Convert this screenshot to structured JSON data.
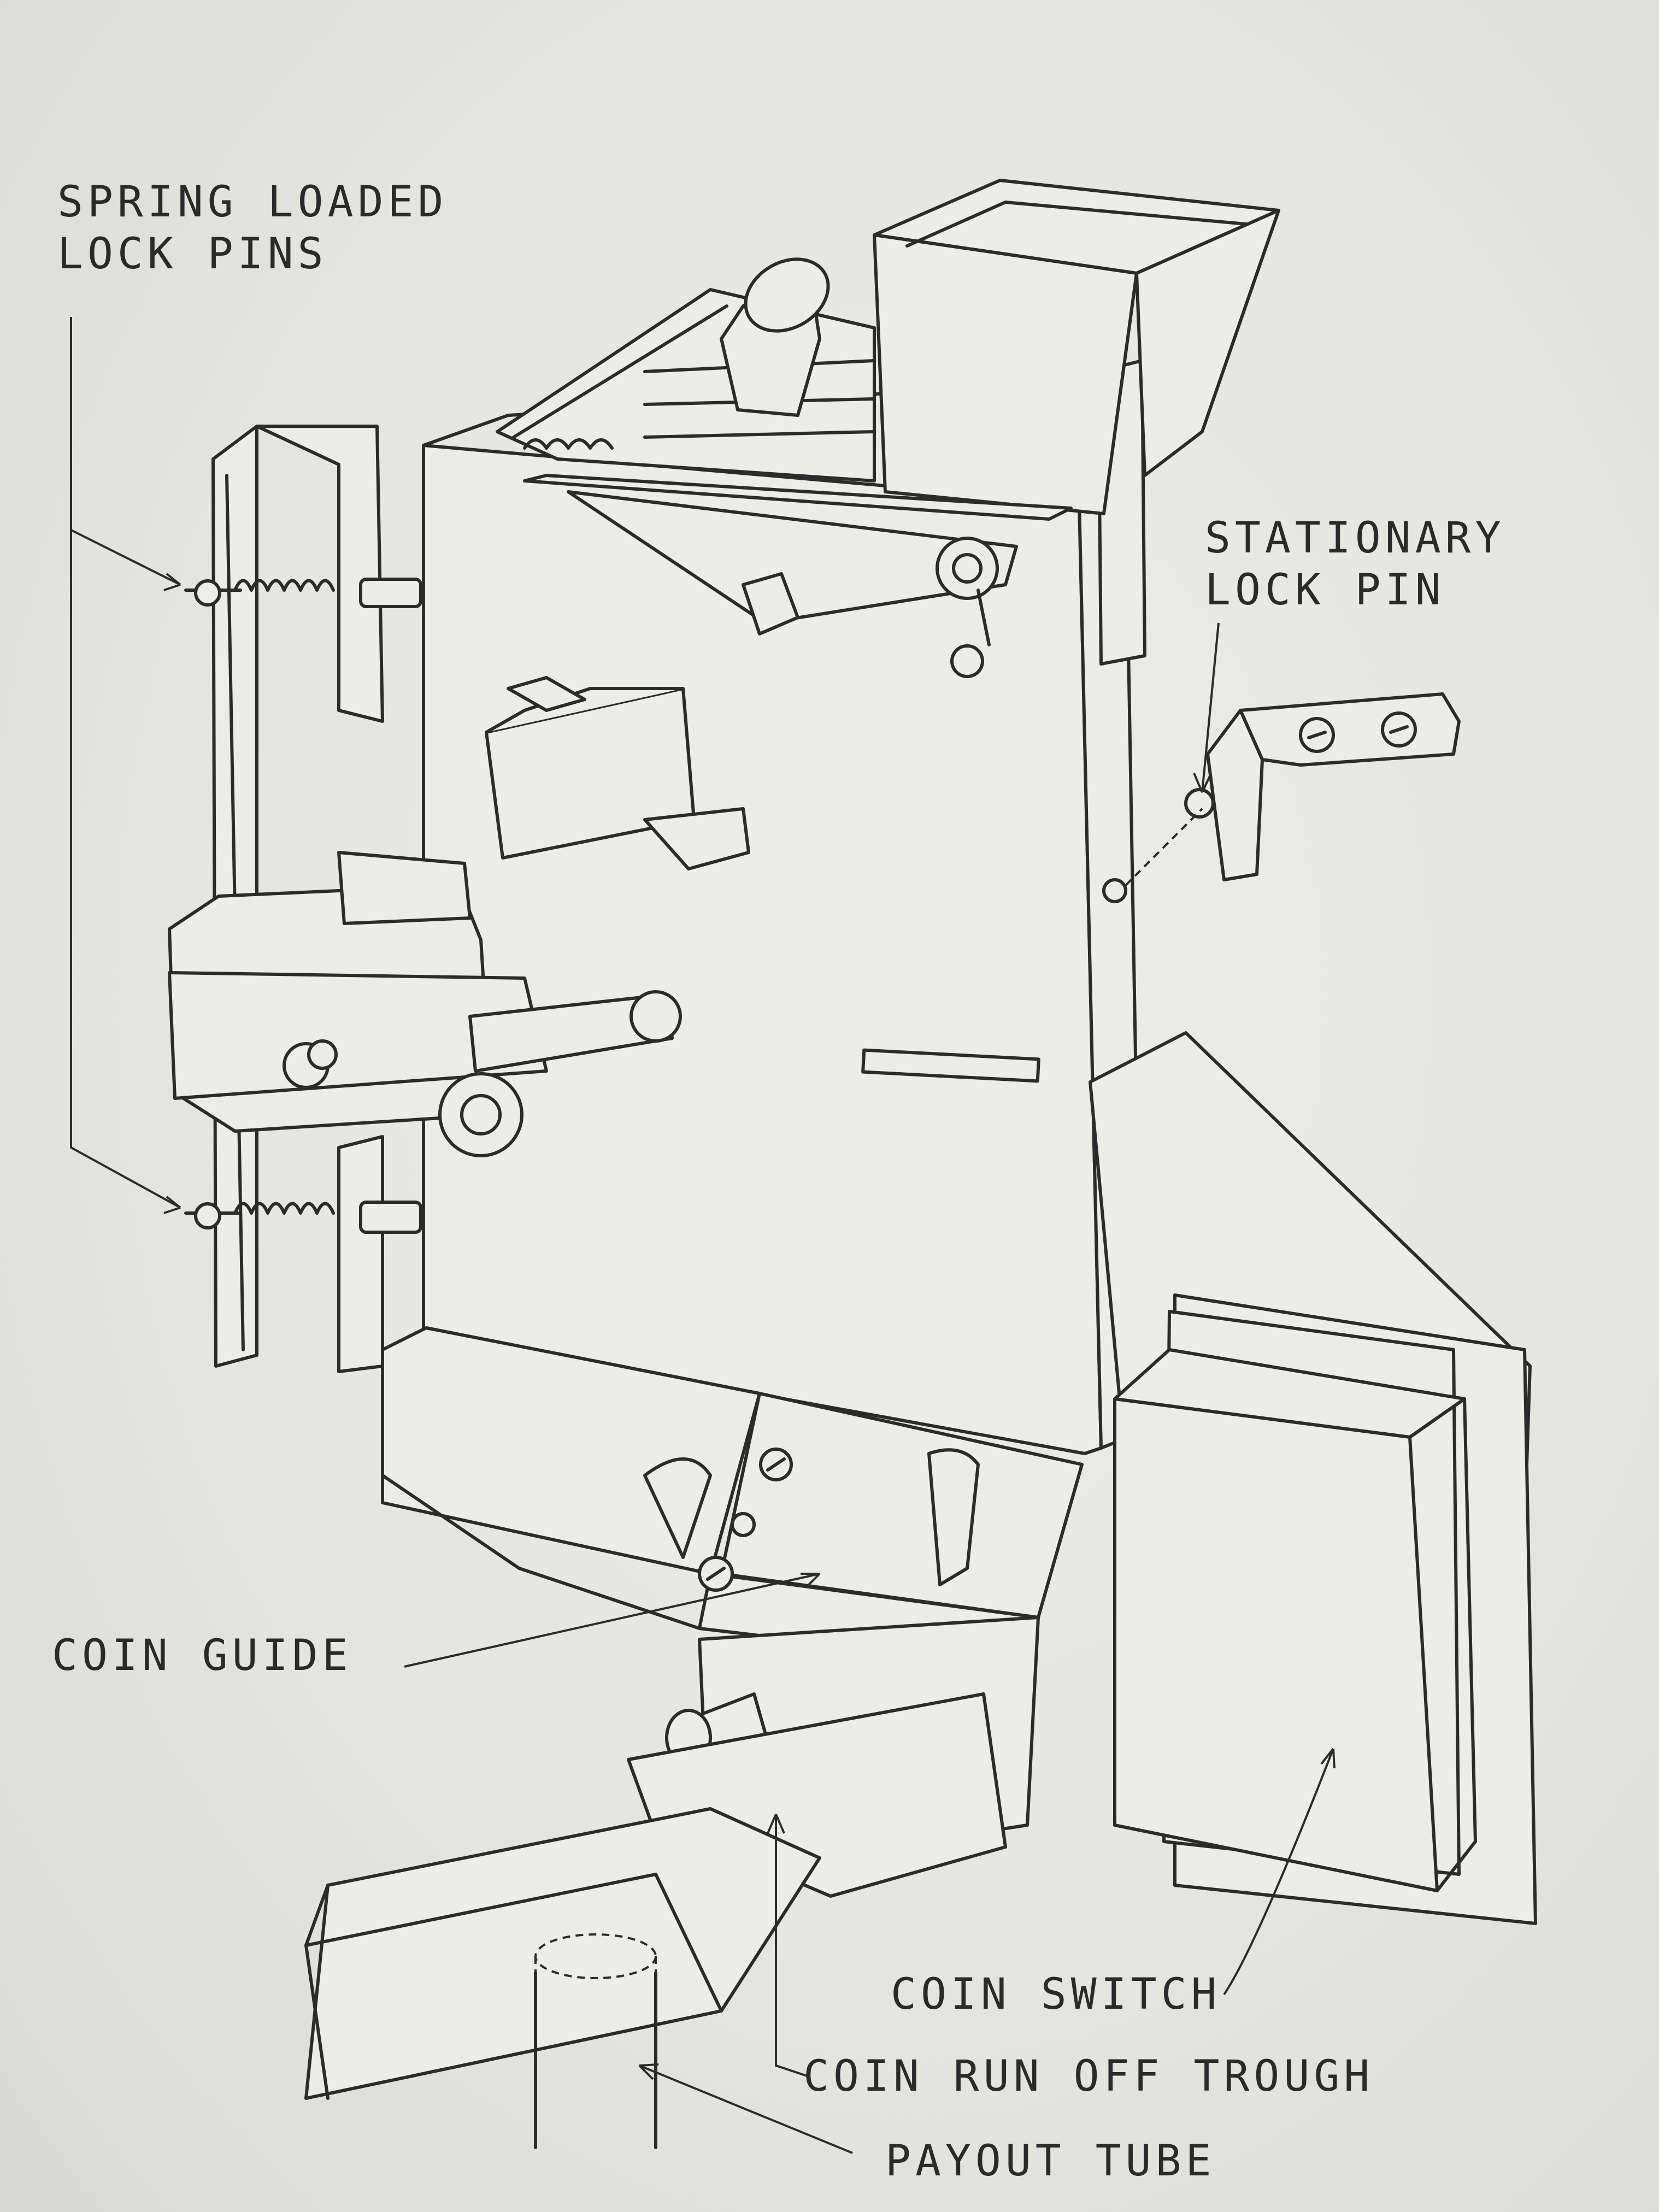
{
  "labels": {
    "spring_loaded_line1": "SPRING LOADED",
    "spring_loaded_line2": "LOCK  PINS",
    "stationary_line1": "STATIONARY",
    "stationary_line2": "LOCK PIN",
    "coin_guide": "COIN  GUIDE",
    "coin_switch": "COIN SWITCH",
    "coin_run_off_trough": "COIN RUN OFF TROUGH",
    "payout_tube": "PAYOUT  TUBE"
  },
  "colors": {
    "paper": "#e6e6e2",
    "ink": "#2b2b2b"
  }
}
